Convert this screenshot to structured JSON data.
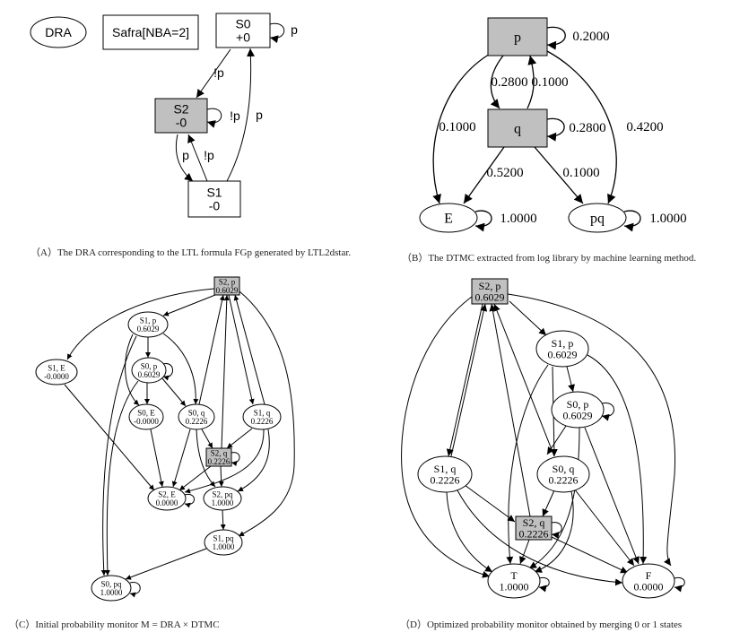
{
  "figure": {
    "panels": [
      {
        "id": "A",
        "caption": "（A）The DRA corresponding to the LTL formula FGp generated by LTL2dstar.",
        "nodes": [
          {
            "id": "dra",
            "lines": [
              "DRA"
            ],
            "shape": "ellipse",
            "filled": false
          },
          {
            "id": "safra",
            "lines": [
              "Safra[NBA=2]"
            ],
            "shape": "box",
            "filled": false
          },
          {
            "id": "S0",
            "lines": [
              "S0",
              "+0"
            ],
            "shape": "box",
            "filled": false
          },
          {
            "id": "S2",
            "lines": [
              "S2",
              "-0"
            ],
            "shape": "box",
            "filled": true
          },
          {
            "id": "S1",
            "lines": [
              "S1",
              "-0"
            ],
            "shape": "box",
            "filled": false
          }
        ],
        "edges": [
          {
            "from": "S0",
            "to": "S0",
            "label": "p"
          },
          {
            "from": "S0",
            "to": "S2",
            "label": "!p"
          },
          {
            "from": "S2",
            "to": "S2",
            "label": "!p"
          },
          {
            "from": "S2",
            "to": "S1",
            "label": "p"
          },
          {
            "from": "S1",
            "to": "S2",
            "label": "!p"
          },
          {
            "from": "S1",
            "to": "S0",
            "label": "p"
          }
        ]
      },
      {
        "id": "B",
        "caption": "（B）The DTMC extracted from log library by machine learning method.",
        "nodes": [
          {
            "id": "p",
            "lines": [
              "p"
            ],
            "shape": "box",
            "filled": true
          },
          {
            "id": "q",
            "lines": [
              "q"
            ],
            "shape": "box",
            "filled": true
          },
          {
            "id": "E",
            "lines": [
              "E"
            ],
            "shape": "ellipse",
            "filled": false
          },
          {
            "id": "pq",
            "lines": [
              "pq"
            ],
            "shape": "ellipse",
            "filled": false
          }
        ],
        "edges": [
          {
            "from": "p",
            "to": "p",
            "label": "0.2000"
          },
          {
            "from": "p",
            "to": "q",
            "label": "0.2800"
          },
          {
            "from": "q",
            "to": "p",
            "label": "0.1000"
          },
          {
            "from": "p",
            "to": "E",
            "label": "0.1000"
          },
          {
            "from": "p",
            "to": "pq",
            "label": "0.4200"
          },
          {
            "from": "q",
            "to": "q",
            "label": "0.2800"
          },
          {
            "from": "q",
            "to": "E",
            "label": "0.5200"
          },
          {
            "from": "q",
            "to": "pq",
            "label": "0.1000"
          },
          {
            "from": "E",
            "to": "E",
            "label": "1.0000"
          },
          {
            "from": "pq",
            "to": "pq",
            "label": "1.0000"
          }
        ]
      },
      {
        "id": "C",
        "caption": "（C）Initial probability monitor M = DRA × DTMC",
        "nodes": [
          {
            "id": "S2p",
            "lines": [
              "S2, p",
              "0.6029"
            ],
            "shape": "box",
            "filled": true
          },
          {
            "id": "S1p",
            "lines": [
              "S1, p",
              "0.6029"
            ],
            "shape": "ellipse",
            "filled": false
          },
          {
            "id": "S1E",
            "lines": [
              "S1, E",
              "-0.0000"
            ],
            "shape": "ellipse",
            "filled": false
          },
          {
            "id": "S0p",
            "lines": [
              "S0, p",
              "0.6029"
            ],
            "shape": "ellipse",
            "filled": false
          },
          {
            "id": "S0E",
            "lines": [
              "S0, E",
              "-0.0000"
            ],
            "shape": "ellipse",
            "filled": false
          },
          {
            "id": "S0q",
            "lines": [
              "S0, q",
              "0.2226"
            ],
            "shape": "ellipse",
            "filled": false
          },
          {
            "id": "S1q",
            "lines": [
              "S1, q",
              "0.2226"
            ],
            "shape": "ellipse",
            "filled": false
          },
          {
            "id": "S2q",
            "lines": [
              "S2, q",
              "0.2226"
            ],
            "shape": "box",
            "filled": true
          },
          {
            "id": "S2E",
            "lines": [
              "S2, E",
              "0.0000"
            ],
            "shape": "ellipse",
            "filled": false
          },
          {
            "id": "S2pq",
            "lines": [
              "S2, pq",
              "1.0000"
            ],
            "shape": "ellipse",
            "filled": false
          },
          {
            "id": "S1pq",
            "lines": [
              "S1, pq",
              "1.0000"
            ],
            "shape": "ellipse",
            "filled": false
          },
          {
            "id": "S0pq",
            "lines": [
              "S0, pq",
              "1.0000"
            ],
            "shape": "ellipse",
            "filled": false
          }
        ],
        "edges": [
          {
            "from": "S2p",
            "to": "S1p"
          },
          {
            "from": "S2p",
            "to": "S1E"
          },
          {
            "from": "S2p",
            "to": "S1q"
          },
          {
            "from": "S2p",
            "to": "S1pq"
          },
          {
            "from": "S1p",
            "to": "S0p"
          },
          {
            "from": "S1p",
            "to": "S0E"
          },
          {
            "from": "S1p",
            "to": "S0q"
          },
          {
            "from": "S1p",
            "to": "S0pq"
          },
          {
            "from": "S0p",
            "to": "S0p"
          },
          {
            "from": "S0p",
            "to": "S0E"
          },
          {
            "from": "S0p",
            "to": "S0q"
          },
          {
            "from": "S0p",
            "to": "S0pq"
          },
          {
            "from": "S0q",
            "to": "S2p"
          },
          {
            "from": "S0q",
            "to": "S2q"
          },
          {
            "from": "S0q",
            "to": "S2E"
          },
          {
            "from": "S0q",
            "to": "S2pq"
          },
          {
            "from": "S1q",
            "to": "S2p"
          },
          {
            "from": "S1q",
            "to": "S2q"
          },
          {
            "from": "S1q",
            "to": "S2E"
          },
          {
            "from": "S1q",
            "to": "S2pq"
          },
          {
            "from": "S2q",
            "to": "S2p"
          },
          {
            "from": "S2q",
            "to": "S2q"
          },
          {
            "from": "S2q",
            "to": "S2E"
          },
          {
            "from": "S2q",
            "to": "S2pq"
          },
          {
            "from": "S1E",
            "to": "S2E"
          },
          {
            "from": "S0E",
            "to": "S2E"
          },
          {
            "from": "S2E",
            "to": "S2E"
          },
          {
            "from": "S2pq",
            "to": "S1pq"
          },
          {
            "from": "S1pq",
            "to": "S0pq"
          },
          {
            "from": "S0pq",
            "to": "S0pq"
          }
        ]
      },
      {
        "id": "D",
        "caption": "（D）Optimized probability monitor obtained by merging 0 or 1 states",
        "nodes": [
          {
            "id": "S2p",
            "lines": [
              "S2, p",
              "0.6029"
            ],
            "shape": "box",
            "filled": true
          },
          {
            "id": "S1p",
            "lines": [
              "S1, p",
              "0.6029"
            ],
            "shape": "ellipse",
            "filled": false
          },
          {
            "id": "S0p",
            "lines": [
              "S0, p",
              "0.6029"
            ],
            "shape": "ellipse",
            "filled": false
          },
          {
            "id": "S1q",
            "lines": [
              "S1, q",
              "0.2226"
            ],
            "shape": "ellipse",
            "filled": false
          },
          {
            "id": "S0q",
            "lines": [
              "S0, q",
              "0.2226"
            ],
            "shape": "ellipse",
            "filled": false
          },
          {
            "id": "S2q",
            "lines": [
              "S2, q",
              "0.2226"
            ],
            "shape": "box",
            "filled": true
          },
          {
            "id": "T",
            "lines": [
              "T",
              "1.0000"
            ],
            "shape": "ellipse",
            "filled": false
          },
          {
            "id": "F",
            "lines": [
              "F",
              "0.0000"
            ],
            "shape": "ellipse",
            "filled": false
          }
        ],
        "edges": [
          {
            "from": "S2p",
            "to": "S1p"
          },
          {
            "from": "S2p",
            "to": "S1q"
          },
          {
            "from": "S2p",
            "to": "T"
          },
          {
            "from": "S2p",
            "to": "F"
          },
          {
            "from": "S1p",
            "to": "S0p"
          },
          {
            "from": "S1p",
            "to": "S0q"
          },
          {
            "from": "S1p",
            "to": "T"
          },
          {
            "from": "S1p",
            "to": "F"
          },
          {
            "from": "S0p",
            "to": "S0p"
          },
          {
            "from": "S0p",
            "to": "S0q"
          },
          {
            "from": "S0p",
            "to": "T"
          },
          {
            "from": "S0p",
            "to": "F"
          },
          {
            "from": "S1q",
            "to": "S2p"
          },
          {
            "from": "S1q",
            "to": "S2q"
          },
          {
            "from": "S1q",
            "to": "T"
          },
          {
            "from": "S1q",
            "to": "F"
          },
          {
            "from": "S0q",
            "to": "S2p"
          },
          {
            "from": "S0q",
            "to": "S2q"
          },
          {
            "from": "S0q",
            "to": "T"
          },
          {
            "from": "S0q",
            "to": "F"
          },
          {
            "from": "S2q",
            "to": "S2p"
          },
          {
            "from": "S2q",
            "to": "S2q"
          },
          {
            "from": "S2q",
            "to": "T"
          },
          {
            "from": "S2q",
            "to": "F"
          },
          {
            "from": "T",
            "to": "T"
          },
          {
            "from": "F",
            "to": "F"
          }
        ]
      }
    ]
  },
  "colors": {
    "node_fill": "#c0c0c0",
    "stroke": "#000000",
    "text": "#000000"
  }
}
